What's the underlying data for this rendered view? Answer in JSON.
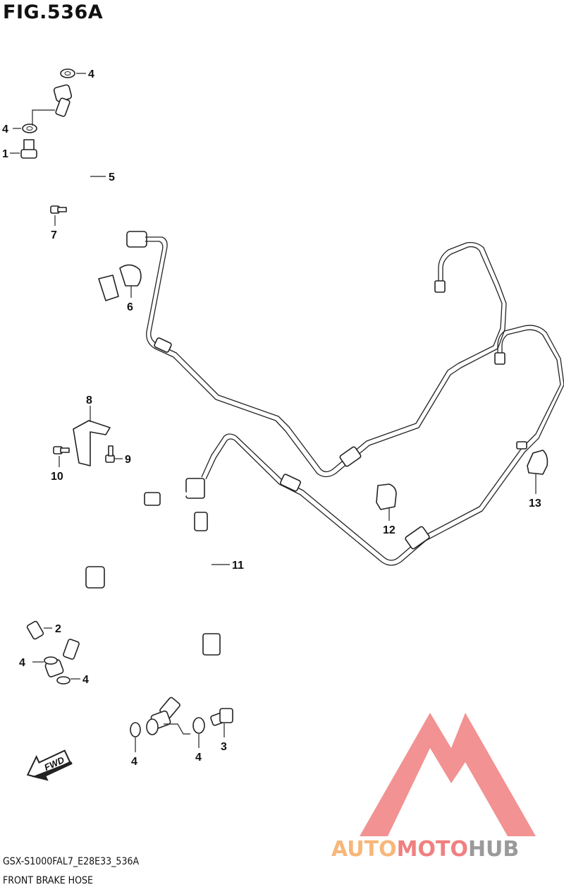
{
  "figure": {
    "title": "FIG.536A",
    "model_code": "GSX-S1000FAL7_E28E33_536A",
    "name": "FRONT BRAKE HOSE"
  },
  "direction_arrow": {
    "label": "FWD",
    "icon": "forward-arrow-icon"
  },
  "callouts": [
    {
      "id": "c4a",
      "label": "4"
    },
    {
      "id": "c4b",
      "label": "4"
    },
    {
      "id": "c1",
      "label": "1"
    },
    {
      "id": "c5",
      "label": "5"
    },
    {
      "id": "c7",
      "label": "7"
    },
    {
      "id": "c6",
      "label": "6"
    },
    {
      "id": "c8",
      "label": "8"
    },
    {
      "id": "c9",
      "label": "9"
    },
    {
      "id": "c10",
      "label": "10"
    },
    {
      "id": "c11",
      "label": "11"
    },
    {
      "id": "c12",
      "label": "12"
    },
    {
      "id": "c13",
      "label": "13"
    },
    {
      "id": "c2",
      "label": "2"
    },
    {
      "id": "c4c",
      "label": "4"
    },
    {
      "id": "c4d",
      "label": "4"
    },
    {
      "id": "c4e",
      "label": "4"
    },
    {
      "id": "c4f",
      "label": "4"
    },
    {
      "id": "c3",
      "label": "3"
    }
  ],
  "watermark": {
    "part1": "AUTO",
    "part2": "MOTO",
    "part3": "HUB",
    "color_orange": "#f7b77a",
    "color_red": "#f08080",
    "color_grey": "#9a9a9a"
  }
}
